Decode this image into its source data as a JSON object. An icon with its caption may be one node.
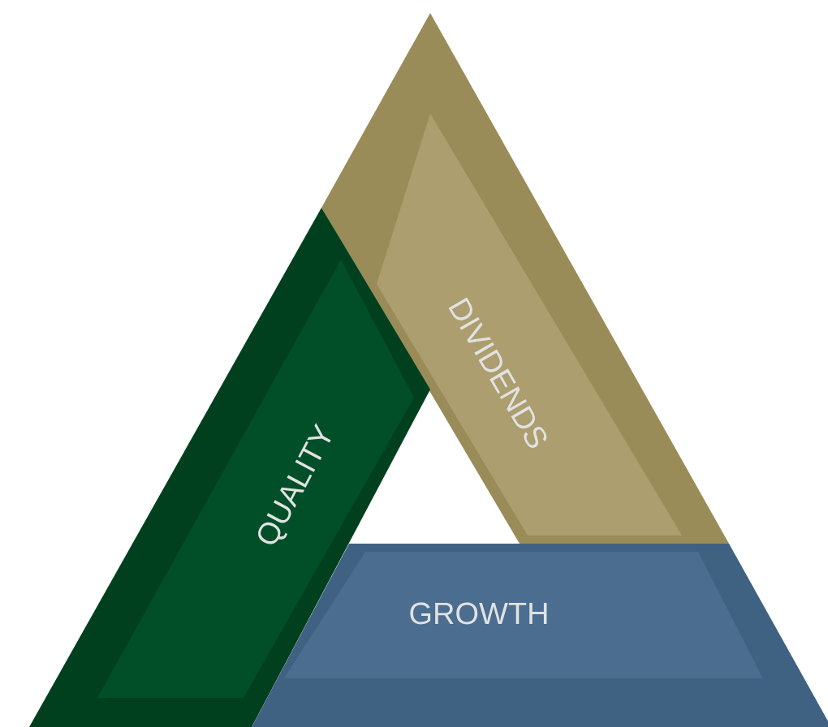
{
  "diagram": {
    "nodes": [
      {
        "text": [
          "DIVIDENDS"
        ]
      },
      {
        "text": [
          "QUALITY"
        ]
      },
      {
        "text": [
          "GROWTH"
        ]
      }
    ]
  }
}
